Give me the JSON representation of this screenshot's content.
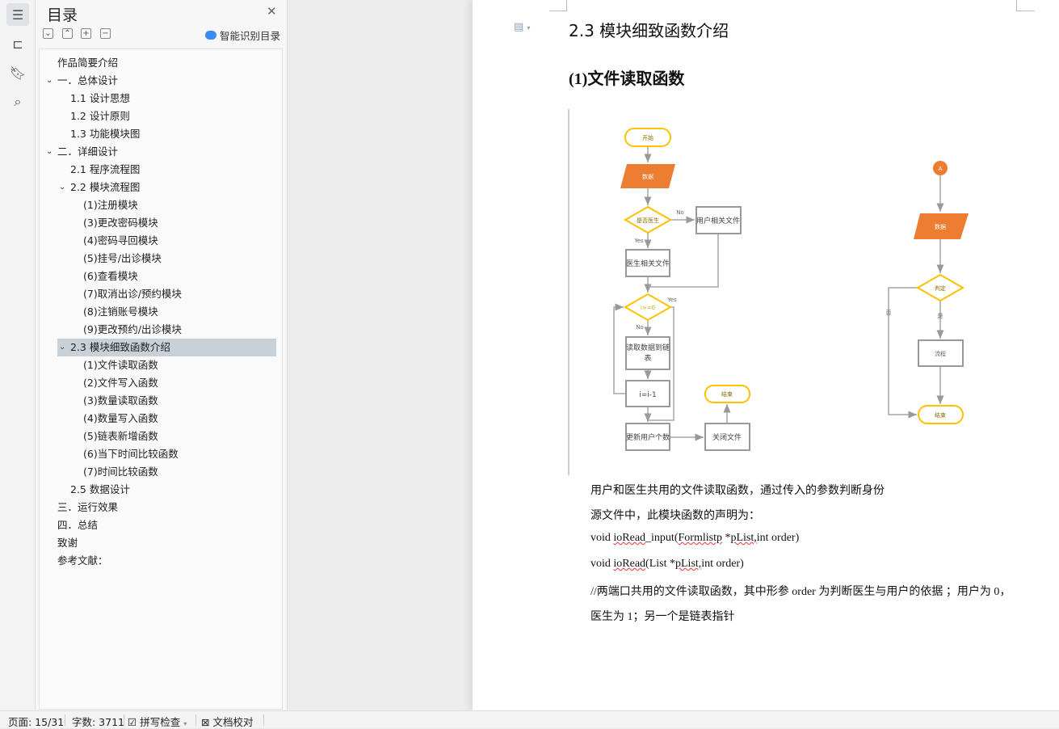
{
  "sidebar": {
    "title": "目录",
    "smart_label": "智能识别目录",
    "items": [
      {
        "label": "作品简要介绍",
        "level": 0
      },
      {
        "label": "一．总体设计",
        "level": 0,
        "expanded": true
      },
      {
        "label": "1.1 设计思想",
        "level": 1
      },
      {
        "label": "1.2 设计原则",
        "level": 1
      },
      {
        "label": "1.3 功能模块图",
        "level": 1
      },
      {
        "label": "二．详细设计",
        "level": 0,
        "expanded": true
      },
      {
        "label": "2.1 程序流程图",
        "level": 1
      },
      {
        "label": "2.2 模块流程图",
        "level": 1,
        "expanded": true
      },
      {
        "label": "(1)注册模块",
        "level": 2
      },
      {
        "label": "(3)更改密码模块",
        "level": 2
      },
      {
        "label": "(4)密码寻回模块",
        "level": 2
      },
      {
        "label": "(5)挂号/出诊模块",
        "level": 2
      },
      {
        "label": "(6)查看模块",
        "level": 2
      },
      {
        "label": "(7)取消出诊/预约模块",
        "level": 2
      },
      {
        "label": "(8)注销账号模块",
        "level": 2
      },
      {
        "label": "(9)更改预约/出诊模块",
        "level": 2
      },
      {
        "label": "2.3 模块细致函数介绍",
        "level": 1,
        "expanded": true,
        "selected": true
      },
      {
        "label": "(1)文件读取函数",
        "level": 2
      },
      {
        "label": "(2)文件写入函数",
        "level": 2
      },
      {
        "label": "(3)数量读取函数",
        "level": 2
      },
      {
        "label": "(4)数量写入函数",
        "level": 2
      },
      {
        "label": "(5)链表新增函数",
        "level": 2
      },
      {
        "label": "(6)当下时间比较函数",
        "level": 2
      },
      {
        "label": "(7)时间比较函数",
        "level": 2
      },
      {
        "label": "2.5 数据设计",
        "level": 1
      },
      {
        "label": "三．运行效果",
        "level": 0
      },
      {
        "label": "四．总结",
        "level": 0
      },
      {
        "label": "致谢",
        "level": 0
      },
      {
        "label": "参考文献：",
        "level": 0
      }
    ]
  },
  "document": {
    "heading": "2.3 模块细致函数介绍",
    "subheading": "(1)文件读取函数",
    "flowchart": {
      "start": "开始",
      "data": "数据",
      "is_doctor": "是否医生",
      "no": "No",
      "yes": "Yes",
      "user_file": "用户相关文件",
      "doctor_file": "医生相关文件",
      "cond": "i>=0",
      "read_list": "读取数据到链",
      "read_list2": "表",
      "decrement": "i=i-1",
      "update_count": "更新用户个数",
      "close_file": "关闭文件",
      "end": "结束",
      "connector": "A",
      "data2": "数据",
      "judge": "判定",
      "yes_cn": "是",
      "no_cn": "否",
      "process": "流程",
      "end2": "结束"
    },
    "p1": "用户和医生共用的文件读取函数，通过传入的参数判断身份",
    "p2": "源文件中，此模块函数的声明为：",
    "p3a": "void ",
    "p3b": "ioRead",
    "p3c": "_input(",
    "p3d": "Formlistp",
    "p3e": " *",
    "p3f": "pList,",
    "p3g": "int order)",
    "p4a": "void ",
    "p4b": "ioRead",
    "p4c": "(List *",
    "p4d": "pList,",
    "p4e": "int order)",
    "p5": "//两端口共用的文件读取函数，其中形参 order 为判断医生与用户的依据 ；用户为 0，",
    "p6": "医生为 1；另一个是链表指针"
  },
  "status": {
    "page": "页面: 15/31",
    "words": "字数: 3711",
    "spell": "拼写检查",
    "proof": "文档校对"
  },
  "colors": {
    "orange": "#ed7d31",
    "yellow": "#ffc000",
    "selected": "#c8d0d8"
  }
}
